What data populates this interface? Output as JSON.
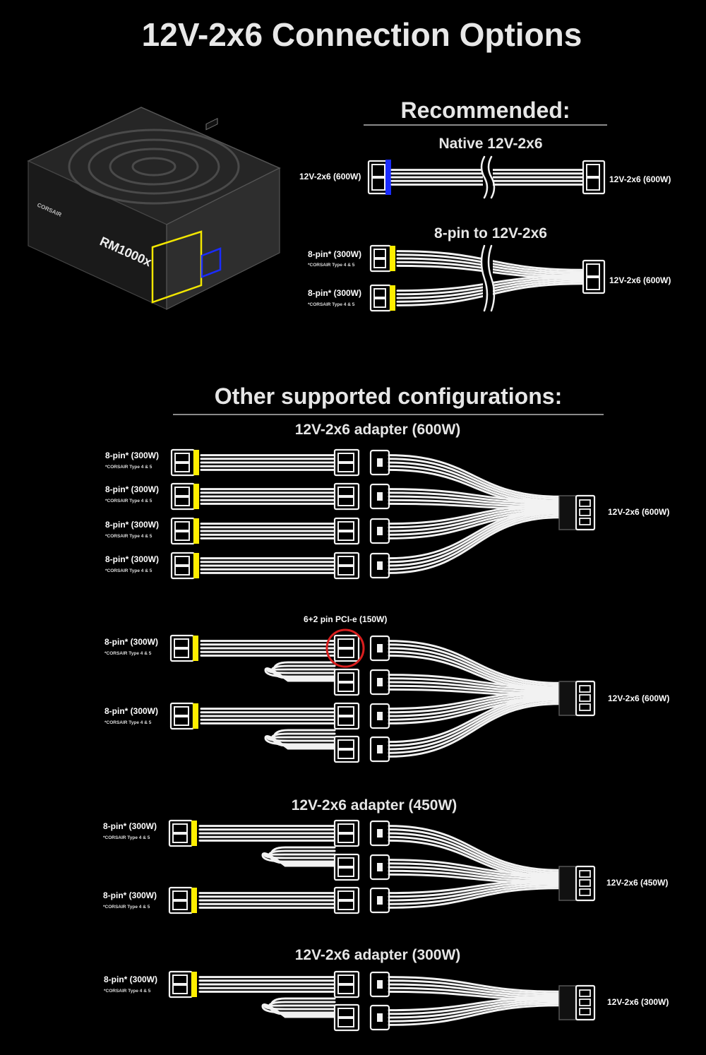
{
  "title": "12V-2x6 Connection Options",
  "product": {
    "brand": "CORSAIR",
    "model": "RM1000x"
  },
  "recommended": {
    "heading": "Recommended:",
    "native": {
      "title": "Native 12V-2x6",
      "left_label": "12V-2x6 (600W)",
      "right_label": "12V-2x6 (600W)"
    },
    "eight_pin": {
      "title": "8-pin to 12V-2x6",
      "inputs": [
        {
          "label": "8-pin* (300W)",
          "note": "*CORSAIR Type 4 & 5"
        },
        {
          "label": "8-pin* (300W)",
          "note": "*CORSAIR Type 4 & 5"
        }
      ],
      "output_label": "12V-2x6 (600W)"
    }
  },
  "other": {
    "heading": "Other supported configurations:",
    "adapter_600": {
      "title": "12V-2x6 adapter (600W)",
      "inputs": [
        {
          "label": "8-pin* (300W)",
          "note": "*CORSAIR Type 4 & 5"
        },
        {
          "label": "8-pin* (300W)",
          "note": "*CORSAIR Type 4 & 5"
        },
        {
          "label": "8-pin* (300W)",
          "note": "*CORSAIR Type 4 & 5"
        },
        {
          "label": "8-pin* (300W)",
          "note": "*CORSAIR Type 4 & 5"
        }
      ],
      "output_label": "12V-2x6 (600W)"
    },
    "pcie_600": {
      "callout": "6+2 pin PCI-e (150W)",
      "inputs": [
        {
          "label": "8-pin* (300W)",
          "note": "*CORSAIR Type 4 & 5"
        },
        {
          "label": "8-pin* (300W)",
          "note": "*CORSAIR Type 4 & 5"
        }
      ],
      "output_label": "12V-2x6 (600W)"
    },
    "adapter_450": {
      "title": "12V-2x6 adapter (450W)",
      "inputs": [
        {
          "label": "8-pin* (300W)",
          "note": "*CORSAIR Type 4 & 5"
        },
        {
          "label": "8-pin* (300W)",
          "note": "*CORSAIR Type 4 & 5"
        }
      ],
      "output_label": "12V-2x6 (450W)"
    },
    "adapter_300": {
      "title": "12V-2x6 adapter (300W)",
      "inputs": [
        {
          "label": "8-pin* (300W)",
          "note": "*CORSAIR Type 4 & 5"
        }
      ],
      "output_label": "12V-2x6 (300W)"
    }
  },
  "colors": {
    "background": "#000000",
    "cable": "#f2f2f2",
    "eight_pin_marker": "#ffee00",
    "native_marker": "#1a2cff",
    "callout_circle": "#d81e1e",
    "psu_body": "#2b2b2b"
  }
}
